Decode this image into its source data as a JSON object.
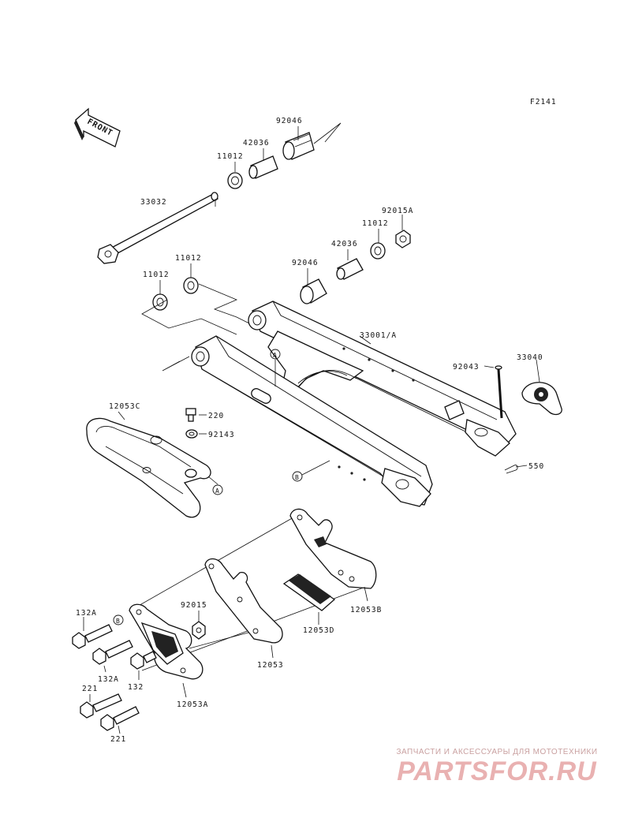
{
  "figure_code": "F2141",
  "front_label": "FRONT",
  "parts": {
    "p33032": "33032",
    "p11012_top": "11012",
    "p42036_top": "42036",
    "p92046_top": "92046",
    "p11012_left_a": "11012",
    "p11012_left_b": "11012",
    "p92015A": "92015A",
    "p11012_right": "11012",
    "p42036_right": "42036",
    "p92046_right": "92046",
    "p33001A": "33001/A",
    "p92043": "92043",
    "p33040": "33040",
    "p550": "550",
    "p12053C": "12053C",
    "p220": "220",
    "p92143": "92143",
    "p12053B": "12053B",
    "p12053D": "12053D",
    "p12053": "12053",
    "p92015": "92015",
    "p132A_a": "132A",
    "p132A_b": "132A",
    "p132": "132",
    "p221_a": "221",
    "p221_b": "221",
    "p12053A": "12053A"
  },
  "markers": {
    "a_upper": "A",
    "a_lower": "A",
    "b_upper": "B",
    "b_lower": "B"
  },
  "watermark": {
    "tagline": "ЗАПЧАСТИ И АКСЕССУАРЫ ДЛЯ МОТОТЕХНИКИ",
    "logo": "PARTSFOR.RU"
  }
}
